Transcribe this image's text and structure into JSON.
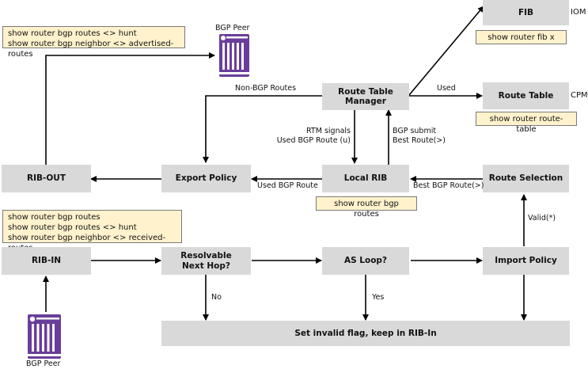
{
  "boxes": {
    "fib": "FIB",
    "route_table": "Route Table",
    "rtm": "Route Table\nManager",
    "rib_out": "RIB-OUT",
    "export_policy": "Export Policy",
    "local_rib": "Local RIB",
    "route_selection": "Route Selection",
    "rib_in": "RIB-IN",
    "resolvable": "Resolvable\nNext Hop?",
    "as_loop": "AS Loop?",
    "import_policy": "Import Policy",
    "invalid": "Set invalid flag, keep in RIB-In"
  },
  "side_labels": {
    "iom": "IOM",
    "cpm": "CPM"
  },
  "notes": {
    "top_left": [
      "show router bgp routes <> hunt",
      "show router bgp neighbor <> advertised-routes"
    ],
    "fib": "show router fib x",
    "route_table": "show router route-table",
    "local_rib": "show router bgp routes",
    "rib_in": [
      "show router bgp routes",
      "show router bgp routes <> hunt",
      "show router bgp neighbor <> received-routes"
    ]
  },
  "edge_labels": {
    "non_bgp": "Non-BGP Routes",
    "used": "Used",
    "rtm_signals": [
      "RTM signals",
      "Used BGP Route (u)"
    ],
    "bgp_submit": [
      "BGP submit",
      "Best Route(>)"
    ],
    "used_bgp_route": "Used BGP Route",
    "best_bgp_route": "Best BGP Route(>)",
    "valid": "Valid(*)",
    "no": "No",
    "yes": "Yes"
  },
  "peers": {
    "top": "BGP Peer",
    "bottom": "BGP Peer"
  },
  "colors": {
    "box": "#d9d9d9",
    "note": "#fff2cc",
    "peer": "#6a3d9a"
  }
}
